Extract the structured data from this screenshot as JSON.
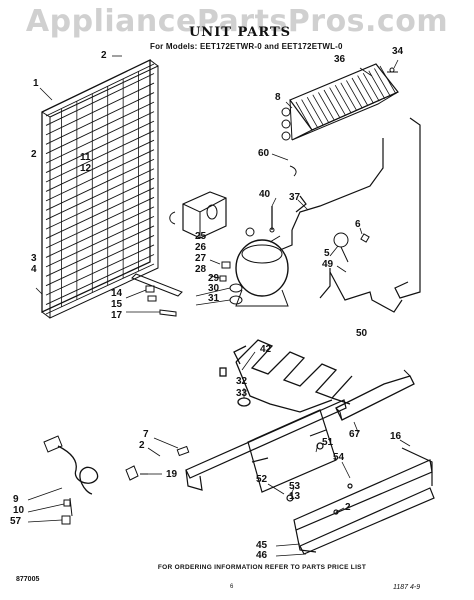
{
  "watermark": "AppliancePartsPros.com",
  "title": "UNIT PARTS",
  "models_line": "For Models: EET172ETWR-0 and EET172ETWL-0",
  "footer": "FOR ORDERING INFORMATION REFER TO PARTS PRICE LIST",
  "part_number_code": "877005",
  "page_num": "6",
  "print_code": "1187  4-9",
  "callouts": [
    {
      "n": "1"
    },
    {
      "n": "2"
    },
    {
      "n": "2"
    },
    {
      "n": "36"
    },
    {
      "n": "34"
    },
    {
      "n": "8"
    },
    {
      "n": "11"
    },
    {
      "n": "12"
    },
    {
      "n": "60"
    },
    {
      "n": "40"
    },
    {
      "n": "37"
    },
    {
      "n": "6"
    },
    {
      "n": "5"
    },
    {
      "n": "49"
    },
    {
      "n": "25"
    },
    {
      "n": "26"
    },
    {
      "n": "27"
    },
    {
      "n": "28"
    },
    {
      "n": "29"
    },
    {
      "n": "30"
    },
    {
      "n": "31"
    },
    {
      "n": "3"
    },
    {
      "n": "4"
    },
    {
      "n": "14"
    },
    {
      "n": "15"
    },
    {
      "n": "17"
    },
    {
      "n": "50"
    },
    {
      "n": "42"
    },
    {
      "n": "32"
    },
    {
      "n": "33"
    },
    {
      "n": "67"
    },
    {
      "n": "7"
    },
    {
      "n": "2"
    },
    {
      "n": "19"
    },
    {
      "n": "51"
    },
    {
      "n": "54"
    },
    {
      "n": "16"
    },
    {
      "n": "52"
    },
    {
      "n": "53"
    },
    {
      "n": "13"
    },
    {
      "n": "2"
    },
    {
      "n": "9"
    },
    {
      "n": "10"
    },
    {
      "n": "57"
    },
    {
      "n": "45"
    },
    {
      "n": "46"
    }
  ]
}
